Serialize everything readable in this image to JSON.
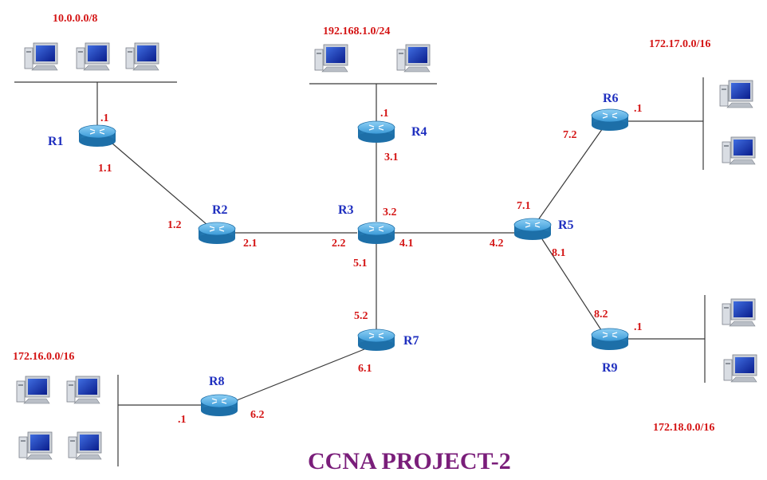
{
  "title": "CCNA PROJECT-2",
  "colors": {
    "router_label": "#1f2fbf",
    "ip_label": "#d41414",
    "title": "#7a1e7a",
    "router_body": "#2f8fd0"
  },
  "routers": {
    "R1": "R1",
    "R2": "R2",
    "R3": "R3",
    "R4": "R4",
    "R5": "R5",
    "R6": "R6",
    "R7": "R7",
    "R8": "R8",
    "R9": "R9"
  },
  "networks": {
    "lan1": "10.0.0.0/8",
    "lan4": "192.168.1.0/24",
    "lan6": "172.17.0.0/16",
    "lan9": "172.18.0.0/16",
    "lan8": "172.16.0.0/16"
  },
  "interfaces": {
    "r1_lan": ".1",
    "r1_r2": "1.1",
    "r2_r1": "1.2",
    "r2_r3": "2.1",
    "r3_r2": "2.2",
    "r3_r4": "3.2",
    "r4_r3": "3.1",
    "r4_lan": ".1",
    "r3_r5": "4.1",
    "r5_r3": "4.2",
    "r5_r6": "7.1",
    "r6_r5": "7.2",
    "r6_lan": ".1",
    "r5_r9": "8.1",
    "r9_r5": "8.2",
    "r9_lan": ".1",
    "r3_r7": "5.1",
    "r7_r3": "5.2",
    "r7_r8": "6.1",
    "r8_r7": "6.2",
    "r8_lan": ".1"
  },
  "icons": {
    "router": "router-icon",
    "pc": "computer-icon"
  }
}
